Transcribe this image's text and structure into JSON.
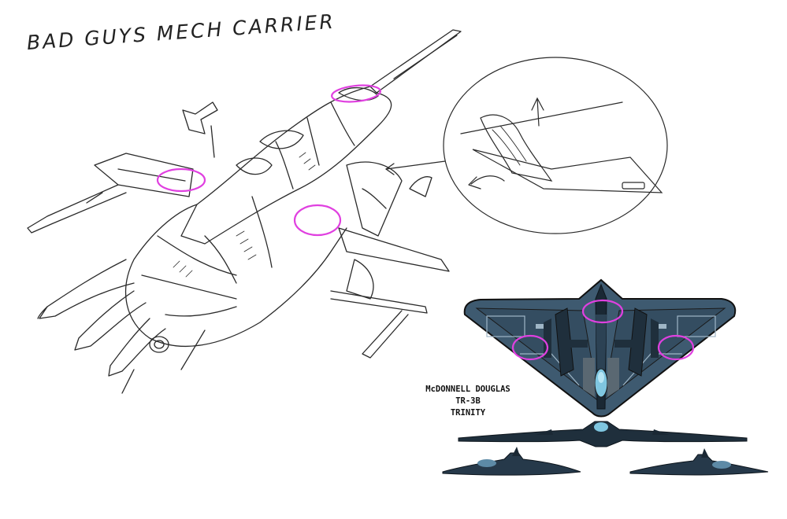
{
  "sketch": {
    "title": "BAD GUYS MECH CARRIER",
    "icon": "mech-carrier-sketch"
  },
  "detail": {
    "icon": "wing-detail-inset"
  },
  "reference": {
    "caption_lines": [
      "McDONNELL DOUGLAS",
      "TR-3B",
      "TRINITY"
    ],
    "icon": "flying-triangle-aircraft"
  },
  "colors": {
    "highlight": "#e040e0",
    "hull_blue": "#3e5a70",
    "panel_dark": "#1f2f3c",
    "sketch_ink": "#2a2a2a"
  }
}
